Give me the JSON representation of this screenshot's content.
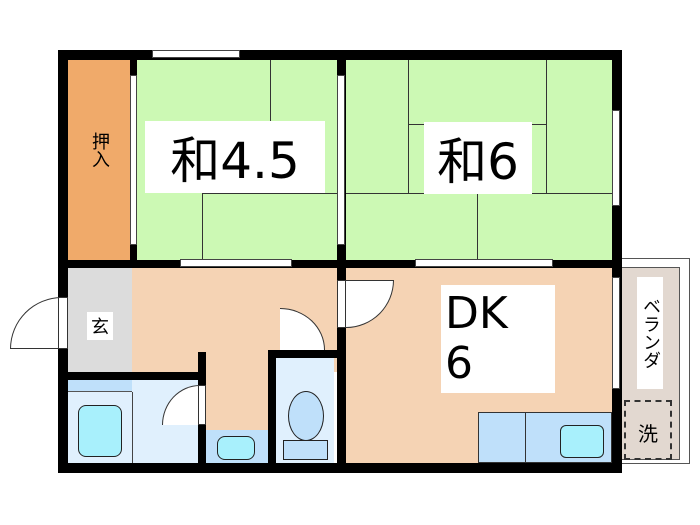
{
  "floorplan": {
    "rooms": {
      "oshiire": {
        "label": "押入",
        "color": "#f0aa6a"
      },
      "washitsu_small": {
        "label": "和4.5",
        "color": "#ccf9b4"
      },
      "washitsu_large": {
        "label": "和6",
        "color": "#ccf9b4"
      },
      "genkan": {
        "label": "玄",
        "color": "#dcdcdc"
      },
      "hall": {
        "color": "#f5d3b4"
      },
      "dk": {
        "label_line1": "DK",
        "label_line2": "6",
        "color": "#f5d3b4"
      },
      "bath": {
        "color": "#e0f0fd"
      },
      "toilet": {
        "color": "#e0f0fd"
      },
      "veranda": {
        "label": "ベランダ",
        "color": "#e2d8d0"
      },
      "laundry": {
        "label": "洗"
      }
    },
    "colors": {
      "wall": "#000000",
      "fixture": "#a8f0fc",
      "counter": "#bfe0fa"
    }
  }
}
